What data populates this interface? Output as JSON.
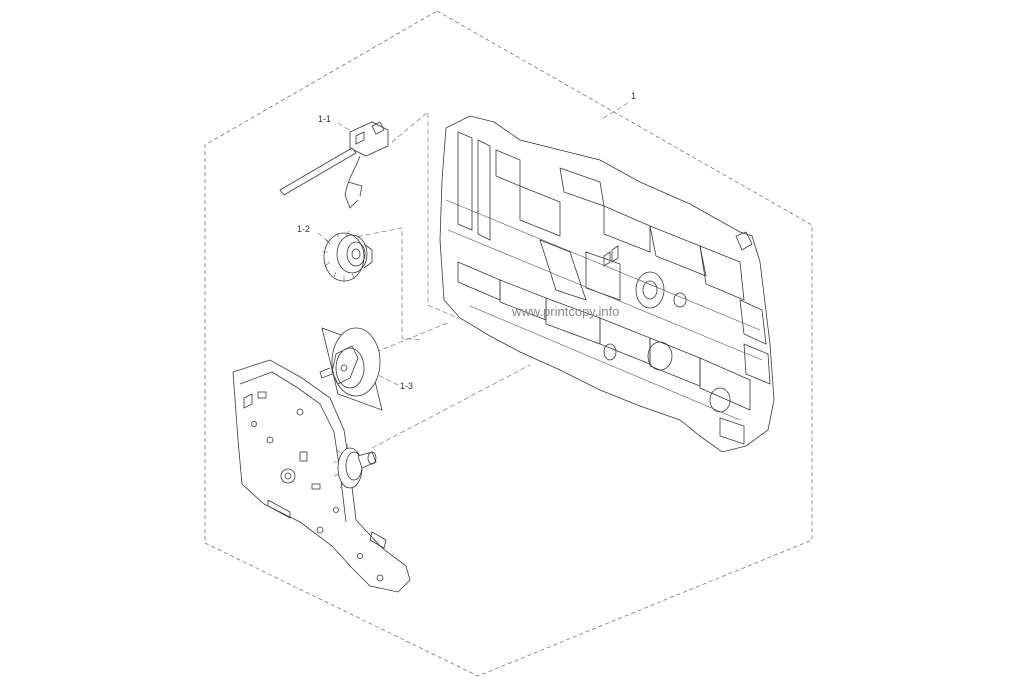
{
  "labels": {
    "main": "1",
    "sub1": "1-1",
    "sub2": "1-2",
    "sub3": "1-3"
  },
  "watermark": "www.printcopy.info",
  "colors": {
    "line": "#3a3a3a",
    "dash": "#777777",
    "watermark": "#8a8a8a",
    "background": "#ffffff"
  }
}
